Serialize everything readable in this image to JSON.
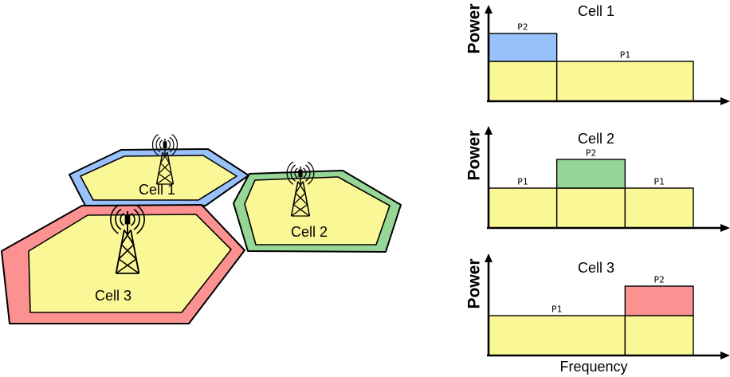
{
  "colors": {
    "yellow": "#FAF796",
    "blue": "#99C2FC",
    "green": "#96D696",
    "red": "#FC9191",
    "ink": "#000000",
    "paper": "#FFFFFF"
  },
  "diagram": {
    "base_fill": "yellow",
    "cells": [
      {
        "label": "Cell 1",
        "border_color": "blue"
      },
      {
        "label": "Cell 2",
        "border_color": "green"
      },
      {
        "label": "Cell 3",
        "border_color": "red"
      }
    ]
  },
  "chart_data": [
    {
      "type": "bar",
      "title": "Cell 1",
      "ylabel": "Power",
      "xlabel": "",
      "x_range": [
        0,
        3
      ],
      "ylim": [
        0,
        2
      ],
      "grid": false,
      "segments": [
        {
          "x0": 0,
          "x1": 1,
          "power": 1.7,
          "band": "P2",
          "label": "P2",
          "top_color": "blue"
        },
        {
          "x0": 1,
          "x1": 3,
          "power": 1.0,
          "band": "P1",
          "label": "P1"
        }
      ]
    },
    {
      "type": "bar",
      "title": "Cell 2",
      "ylabel": "Power",
      "xlabel": "",
      "x_range": [
        0,
        3
      ],
      "ylim": [
        0,
        2
      ],
      "grid": false,
      "segments": [
        {
          "x0": 0,
          "x1": 1,
          "power": 1.0,
          "band": "P1",
          "label": "P1"
        },
        {
          "x0": 1,
          "x1": 2,
          "power": 1.72,
          "band": "P2",
          "label": "P2",
          "top_color": "green"
        },
        {
          "x0": 2,
          "x1": 3,
          "power": 1.0,
          "band": "P1",
          "label": "P1"
        }
      ]
    },
    {
      "type": "bar",
      "title": "Cell 3",
      "ylabel": "Power",
      "xlabel": "Frequency",
      "x_range": [
        0,
        3
      ],
      "ylim": [
        0,
        2
      ],
      "grid": false,
      "segments": [
        {
          "x0": 0,
          "x1": 2,
          "power": 1.0,
          "band": "P1",
          "label": "P1"
        },
        {
          "x0": 2,
          "x1": 3,
          "power": 1.74,
          "band": "P2",
          "label": "P2",
          "top_color": "red"
        }
      ]
    }
  ]
}
